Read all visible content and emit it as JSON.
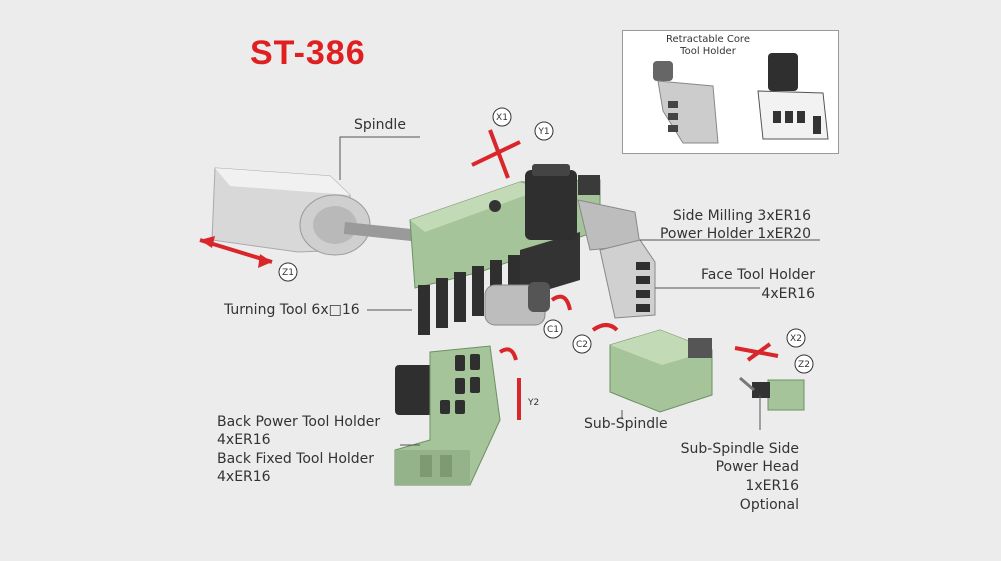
{
  "title": "ST-386",
  "inset": {
    "label_line1": "Retractable Core",
    "label_line2": "Tool Holder"
  },
  "labels": {
    "spindle": "Spindle",
    "side_milling_1": "Side Milling  3xER16",
    "side_milling_2": "Power Holder  1xER20",
    "face_tool_1": "Face Tool Holder",
    "face_tool_2": "4xER16",
    "turning_tool": "Turning Tool 6x□16",
    "back_power_1": "Back Power Tool Holder",
    "back_power_2": "4xER16",
    "back_fixed_1": "Back Fixed Tool Holder",
    "back_fixed_2": "4xER16",
    "sub_spindle": "Sub-Spindle",
    "sub_side_1": "Sub-Spindle Side",
    "sub_side_2": "Power Head",
    "sub_side_3": "1xER16",
    "sub_side_4": "Optional"
  },
  "axes": {
    "x1": "X1",
    "y1": "Y1",
    "z1": "Z1",
    "c1": "C1",
    "c2": "C2",
    "x2": "X2",
    "z2": "Z2",
    "y2": "Y2"
  },
  "colors": {
    "title": "#e02020",
    "machine_green": "#a6c49a",
    "machine_dark": "#2f2f2f",
    "arrow_red": "#d9262b",
    "leader": "#555555"
  }
}
